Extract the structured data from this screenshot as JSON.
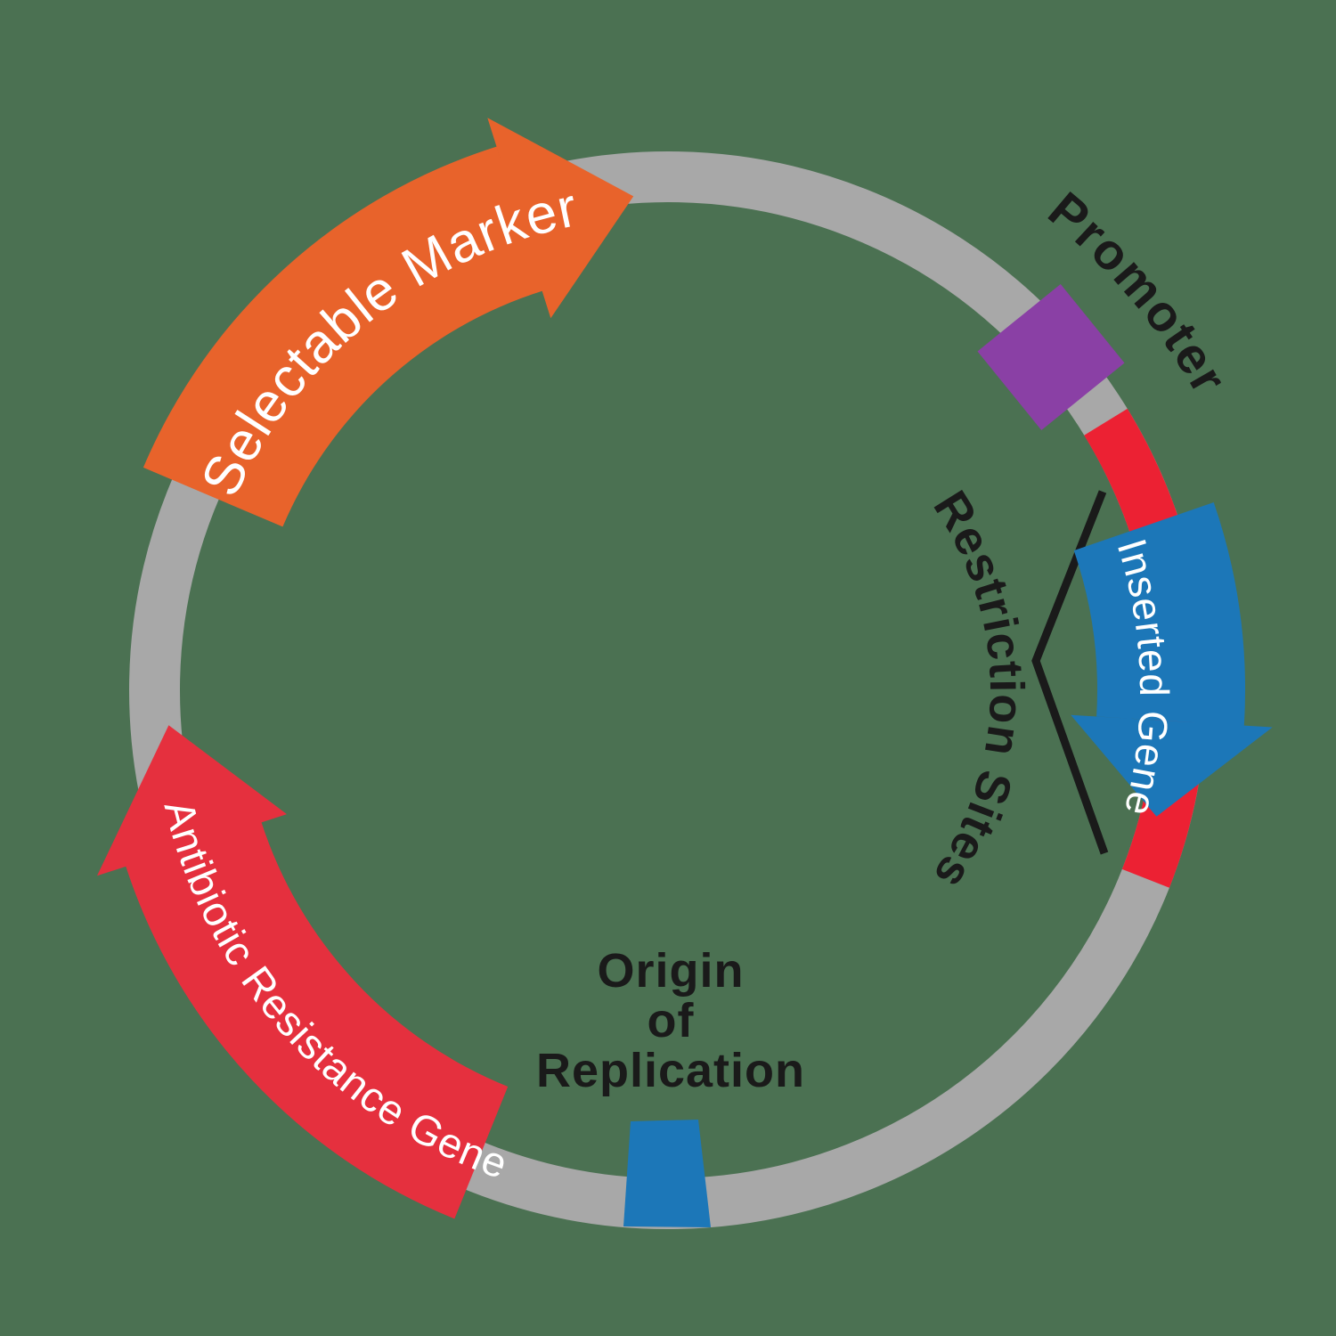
{
  "diagram": {
    "type": "plasmid-map",
    "labels": {
      "selectable_marker": "Selectable Marker",
      "antibiotic_resistance_gene": "Antibiotic Resistance Gene",
      "inserted_gene": "Inserted Gene",
      "promoter": "Promoter",
      "restriction_sites": "Restriction Sites",
      "origin_of_replication": {
        "line1": "Origin",
        "line2": "of",
        "line3": "Replication"
      }
    }
  },
  "colors": {
    "background": "#4B7152",
    "ring_gray": "#A8A8A8",
    "marker_orange": "#E8632B",
    "promoter_purple": "#8A40A5",
    "restriction_site_red": "#EC2133",
    "resistance_gene_red": "#E5303E",
    "gene_blue": "#1C77B8",
    "label_black": "#1A1A1A",
    "band_text_white": "#FFFFFF"
  }
}
